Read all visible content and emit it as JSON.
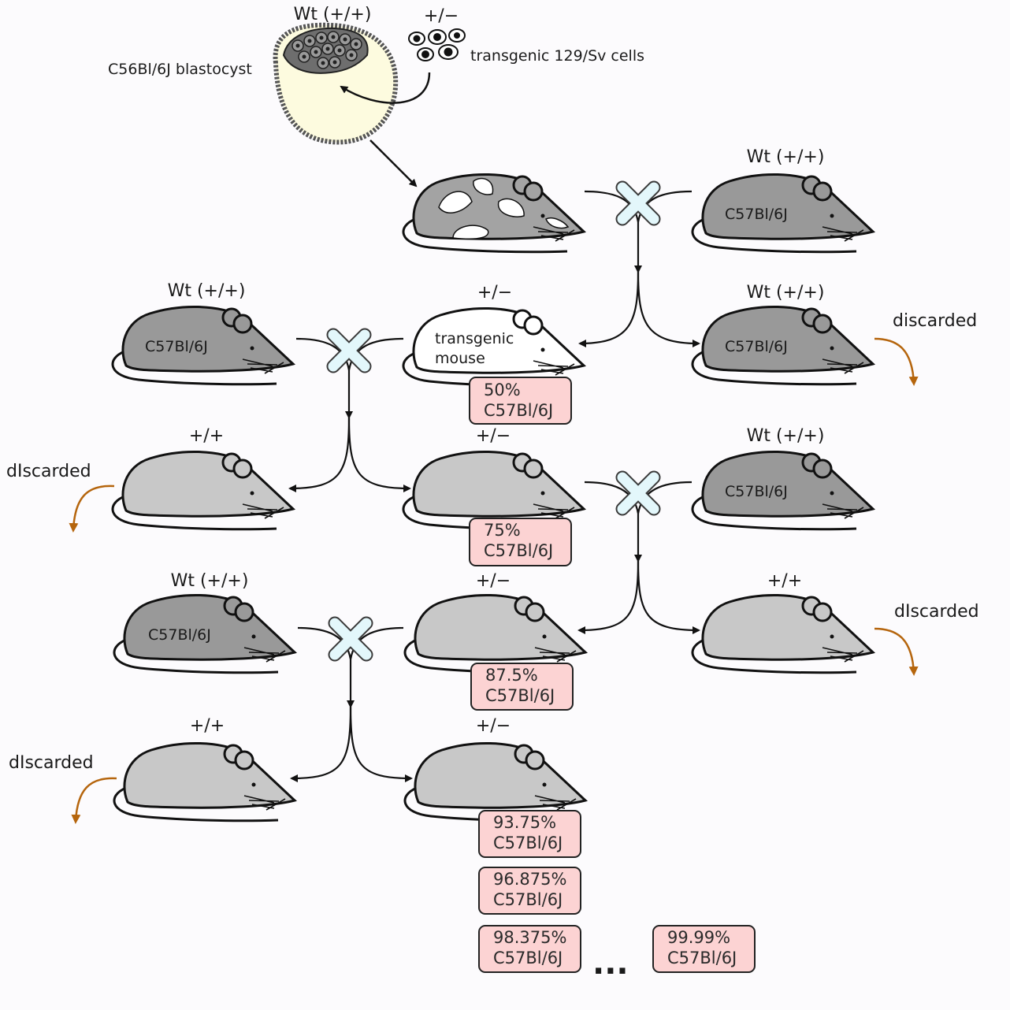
{
  "colors": {
    "background": "#fcfbfd",
    "wt_mouse": "#999999",
    "het_mouse": "#c8c8c8",
    "transgenic_mouse": "#ffffff",
    "chimera_mouse": "#a3a3a3",
    "percentage_box": "#fcd3d3",
    "cross_symbol": "#e3f7fb",
    "discard_arrow": "#b5650d",
    "blastocyst_fill": "#fdfbdf"
  },
  "blastocyst": {
    "genotype": "Wt (+/+)",
    "label": "C56Bl/6J blastocyst"
  },
  "donor_cells": {
    "genotype": "+/−",
    "label": "transgenic 129/Sv cells"
  },
  "mice": {
    "wt_r1": {
      "genotype": "Wt (+/+)",
      "strain": "C57Bl/6J"
    },
    "wt_r2_right": {
      "genotype": "Wt (+/+)",
      "strain": "C57Bl/6J"
    },
    "wt_r2_left": {
      "genotype": "Wt (+/+)",
      "strain": "C57Bl/6J"
    },
    "transgenic": {
      "genotype": "+/−",
      "label_line1": "transgenic",
      "label_line2": "mouse"
    },
    "r3_left": {
      "genotype": "+/+"
    },
    "r3_mid": {
      "genotype": "+/−"
    },
    "wt_r3_right": {
      "genotype": "Wt (+/+)",
      "strain": "C57Bl/6J"
    },
    "wt_r4_left": {
      "genotype": "Wt (+/+)",
      "strain": "C57Bl/6J"
    },
    "r4_mid": {
      "genotype": "+/−"
    },
    "r4_right": {
      "genotype": "+/+"
    },
    "r5_left": {
      "genotype": "+/+"
    },
    "r5_mid": {
      "genotype": "+/−"
    }
  },
  "discarded": {
    "d1": "discarded",
    "d2": "dIscarded",
    "d3": "dIscarded",
    "d4": "dIscarded"
  },
  "percentages": {
    "p50": {
      "percent": "50%",
      "strain": "C57Bl/6J"
    },
    "p75": {
      "percent": "75%",
      "strain": "C57Bl/6J"
    },
    "p875": {
      "percent": "87.5%",
      "strain": "C57Bl/6J"
    },
    "p9375": {
      "percent": "93.75%",
      "strain": "C57Bl/6J"
    },
    "p96": {
      "percent": "96.875%",
      "strain": "C57Bl/6J"
    },
    "p98": {
      "percent": "98.375%",
      "strain": "C57Bl/6J"
    },
    "p99": {
      "percent": "99.99%",
      "strain": "C57Bl/6J"
    }
  },
  "ellipsis": "..."
}
